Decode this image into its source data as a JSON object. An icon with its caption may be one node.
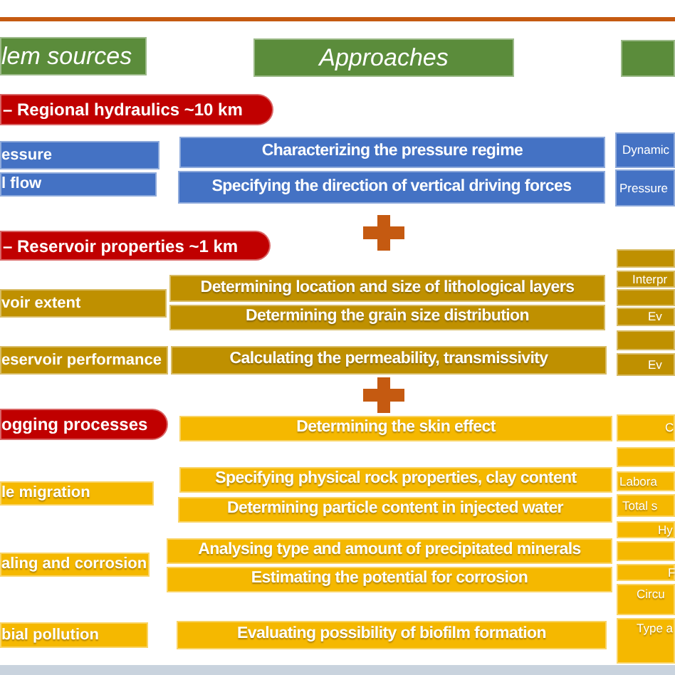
{
  "diagram": {
    "nodes": [
      {
        "text": [
          "lem sources"
        ]
      },
      {
        "text": [
          "Approaches"
        ]
      },
      {
        "text": [],
        "shape": "box"
      },
      {
        "text": [
          "– Regional hydraulics ~10 km"
        ]
      },
      {
        "text": [
          "essure"
        ]
      },
      {
        "text": [
          "l flow"
        ]
      },
      {
        "text": [
          "Characterizing the pressure regime"
        ]
      },
      {
        "text": [
          "Specifying the direction of vertical driving forces"
        ]
      },
      {
        "text": [
          "Dynamic"
        ]
      },
      {
        "text": [
          "Pressure"
        ]
      },
      {
        "text": [
          "– Reservoir properties ~1 km"
        ]
      },
      {
        "text": [
          "voir extent"
        ]
      },
      {
        "text": [
          "eservoir performance"
        ]
      },
      {
        "text": [
          "Determining location and size of lithological layers"
        ]
      },
      {
        "text": [
          "Determining the grain size distribution"
        ]
      },
      {
        "text": [
          "Calculating the permeability, transmissivity"
        ]
      },
      {
        "text": [],
        "shape": "box"
      },
      {
        "text": [
          "Interpr"
        ]
      },
      {
        "text": [],
        "shape": "box"
      },
      {
        "text": [
          "Ev"
        ]
      },
      {
        "text": [],
        "shape": "box"
      },
      {
        "text": [
          "Ev"
        ]
      },
      {
        "text": [
          "ogging processes"
        ]
      },
      {
        "text": [
          "le migration"
        ]
      },
      {
        "text": [
          "aling and corrosion"
        ]
      },
      {
        "text": [
          "bial pollution"
        ]
      },
      {
        "text": [
          "Determining the skin effect"
        ]
      },
      {
        "text": [
          "Specifying physical rock properties, clay content"
        ]
      },
      {
        "text": [
          "Determining particle content in injected water"
        ]
      },
      {
        "text": [
          "Analysing type and amount of precipitated minerals"
        ]
      },
      {
        "text": [
          "Estimating the potential for corrosion"
        ]
      },
      {
        "text": [
          "Evaluating possibility of biofilm formation"
        ]
      },
      {
        "text": [
          "C"
        ]
      },
      {
        "text": [],
        "shape": "box"
      },
      {
        "text": [
          "Labora"
        ]
      },
      {
        "text": [
          "Total s"
        ]
      },
      {
        "text": [
          "Hy"
        ]
      },
      {
        "text": [],
        "shape": "box"
      },
      {
        "text": [
          "F"
        ]
      },
      {
        "text": [
          "Circu"
        ]
      },
      {
        "text": [
          "Type a"
        ]
      }
    ]
  }
}
